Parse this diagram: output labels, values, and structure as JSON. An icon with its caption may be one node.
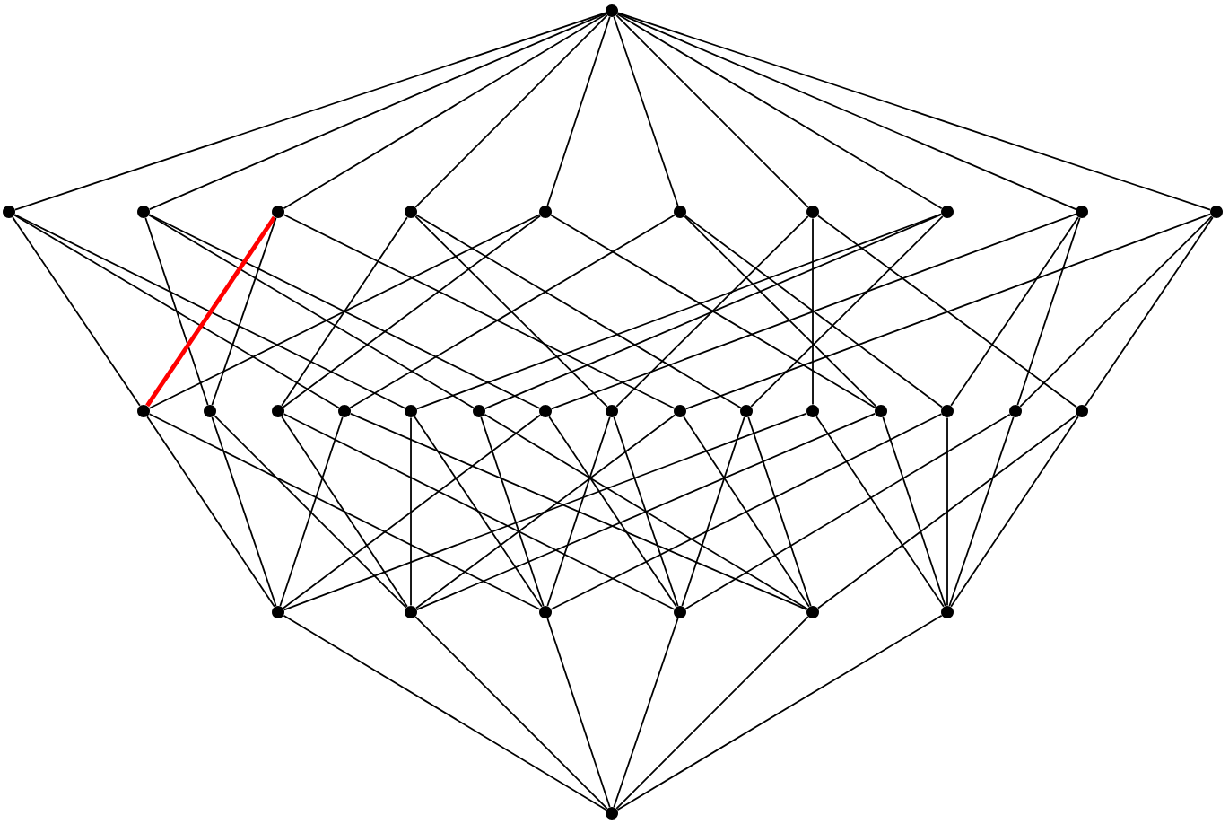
{
  "diagram": {
    "nodes": [
      {
        "text": [],
        "shape": "circle"
      },
      {
        "text": [],
        "shape": "circle"
      },
      {
        "text": [],
        "shape": "circle"
      },
      {
        "text": [],
        "shape": "circle"
      },
      {
        "text": [],
        "shape": "circle"
      },
      {
        "text": [],
        "shape": "circle"
      },
      {
        "text": [],
        "shape": "circle"
      },
      {
        "text": [],
        "shape": "circle"
      },
      {
        "text": [],
        "shape": "circle"
      },
      {
        "text": [],
        "shape": "circle"
      },
      {
        "text": [],
        "shape": "circle"
      },
      {
        "text": [],
        "shape": "circle"
      },
      {
        "text": [],
        "shape": "circle"
      },
      {
        "text": [],
        "shape": "circle"
      },
      {
        "text": [],
        "shape": "circle"
      },
      {
        "text": [],
        "shape": "circle"
      },
      {
        "text": [],
        "shape": "circle"
      },
      {
        "text": [],
        "shape": "circle"
      },
      {
        "text": [],
        "shape": "circle"
      },
      {
        "text": [],
        "shape": "circle"
      },
      {
        "text": [],
        "shape": "circle"
      },
      {
        "text": [],
        "shape": "circle"
      },
      {
        "text": [],
        "shape": "circle"
      },
      {
        "text": [],
        "shape": "circle"
      },
      {
        "text": [],
        "shape": "circle"
      },
      {
        "text": [],
        "shape": "circle"
      },
      {
        "text": [],
        "shape": "circle"
      },
      {
        "text": [],
        "shape": "circle"
      },
      {
        "text": [],
        "shape": "circle"
      },
      {
        "text": [],
        "shape": "circle"
      },
      {
        "text": [],
        "shape": "circle"
      },
      {
        "text": [],
        "shape": "circle"
      },
      {
        "text": [],
        "shape": "circle"
      }
    ],
    "edges": [
      {
        "from": 0,
        "to": 1,
        "arrow": "none"
      },
      {
        "from": 0,
        "to": 2,
        "arrow": "none"
      },
      {
        "from": 0,
        "to": 3,
        "arrow": "none"
      },
      {
        "from": 0,
        "to": 4,
        "arrow": "none"
      },
      {
        "from": 0,
        "to": 5,
        "arrow": "none"
      },
      {
        "from": 0,
        "to": 6,
        "arrow": "none"
      },
      {
        "from": 0,
        "to": 7,
        "arrow": "none"
      },
      {
        "from": 0,
        "to": 8,
        "arrow": "none"
      },
      {
        "from": 0,
        "to": 9,
        "arrow": "none"
      },
      {
        "from": 0,
        "to": 10,
        "arrow": "none"
      },
      {
        "from": 1,
        "to": 11,
        "arrow": "none"
      },
      {
        "from": 1,
        "to": 14,
        "arrow": "none"
      },
      {
        "from": 1,
        "to": 15,
        "arrow": "none"
      },
      {
        "from": 2,
        "to": 12,
        "arrow": "none"
      },
      {
        "from": 2,
        "to": 16,
        "arrow": "none"
      },
      {
        "from": 2,
        "to": 17,
        "arrow": "none"
      },
      {
        "from": 3,
        "to": 11,
        "arrow": "none",
        "style": "thick",
        "color": "#ff0000"
      },
      {
        "from": 3,
        "to": 12,
        "arrow": "none"
      },
      {
        "from": 3,
        "to": 19,
        "arrow": "none"
      },
      {
        "from": 4,
        "to": 13,
        "arrow": "none"
      },
      {
        "from": 4,
        "to": 18,
        "arrow": "none"
      },
      {
        "from": 4,
        "to": 20,
        "arrow": "none"
      },
      {
        "from": 5,
        "to": 11,
        "arrow": "none"
      },
      {
        "from": 5,
        "to": 13,
        "arrow": "none"
      },
      {
        "from": 5,
        "to": 22,
        "arrow": "none"
      },
      {
        "from": 6,
        "to": 14,
        "arrow": "none"
      },
      {
        "from": 6,
        "to": 22,
        "arrow": "none"
      },
      {
        "from": 6,
        "to": 23,
        "arrow": "none"
      },
      {
        "from": 7,
        "to": 18,
        "arrow": "none"
      },
      {
        "from": 7,
        "to": 21,
        "arrow": "none"
      },
      {
        "from": 7,
        "to": 25,
        "arrow": "none"
      },
      {
        "from": 8,
        "to": 15,
        "arrow": "none"
      },
      {
        "from": 8,
        "to": 16,
        "arrow": "none"
      },
      {
        "from": 8,
        "to": 20,
        "arrow": "none"
      },
      {
        "from": 9,
        "to": 17,
        "arrow": "none"
      },
      {
        "from": 9,
        "to": 23,
        "arrow": "none"
      },
      {
        "from": 9,
        "to": 24,
        "arrow": "none"
      },
      {
        "from": 10,
        "to": 19,
        "arrow": "none"
      },
      {
        "from": 10,
        "to": 24,
        "arrow": "none"
      },
      {
        "from": 10,
        "to": 25,
        "arrow": "none"
      },
      {
        "from": 11,
        "to": 26,
        "arrow": "none"
      },
      {
        "from": 11,
        "to": 28,
        "arrow": "none"
      },
      {
        "from": 12,
        "to": 26,
        "arrow": "none"
      },
      {
        "from": 12,
        "to": 27,
        "arrow": "none"
      },
      {
        "from": 13,
        "to": 27,
        "arrow": "none"
      },
      {
        "from": 13,
        "to": 29,
        "arrow": "none"
      },
      {
        "from": 14,
        "to": 26,
        "arrow": "none"
      },
      {
        "from": 14,
        "to": 30,
        "arrow": "none"
      },
      {
        "from": 15,
        "to": 27,
        "arrow": "none"
      },
      {
        "from": 15,
        "to": 28,
        "arrow": "none"
      },
      {
        "from": 16,
        "to": 28,
        "arrow": "none"
      },
      {
        "from": 16,
        "to": 30,
        "arrow": "none"
      },
      {
        "from": 17,
        "to": 26,
        "arrow": "none"
      },
      {
        "from": 17,
        "to": 29,
        "arrow": "none"
      },
      {
        "from": 18,
        "to": 28,
        "arrow": "none"
      },
      {
        "from": 18,
        "to": 29,
        "arrow": "none"
      },
      {
        "from": 19,
        "to": 27,
        "arrow": "none"
      },
      {
        "from": 19,
        "to": 30,
        "arrow": "none"
      },
      {
        "from": 20,
        "to": 29,
        "arrow": "none"
      },
      {
        "from": 20,
        "to": 30,
        "arrow": "none"
      },
      {
        "from": 21,
        "to": 26,
        "arrow": "none"
      },
      {
        "from": 21,
        "to": 31,
        "arrow": "none"
      },
      {
        "from": 22,
        "to": 27,
        "arrow": "none"
      },
      {
        "from": 22,
        "to": 31,
        "arrow": "none"
      },
      {
        "from": 23,
        "to": 28,
        "arrow": "none"
      },
      {
        "from": 23,
        "to": 31,
        "arrow": "none"
      },
      {
        "from": 24,
        "to": 29,
        "arrow": "none"
      },
      {
        "from": 24,
        "to": 31,
        "arrow": "none"
      },
      {
        "from": 25,
        "to": 30,
        "arrow": "none"
      },
      {
        "from": 25,
        "to": 31,
        "arrow": "none"
      },
      {
        "from": 26,
        "to": 32,
        "arrow": "none"
      },
      {
        "from": 27,
        "to": 32,
        "arrow": "none"
      },
      {
        "from": 28,
        "to": 32,
        "arrow": "none"
      },
      {
        "from": 29,
        "to": 32,
        "arrow": "none"
      },
      {
        "from": 30,
        "to": 32,
        "arrow": "none"
      },
      {
        "from": 31,
        "to": 32,
        "arrow": "none"
      }
    ]
  }
}
